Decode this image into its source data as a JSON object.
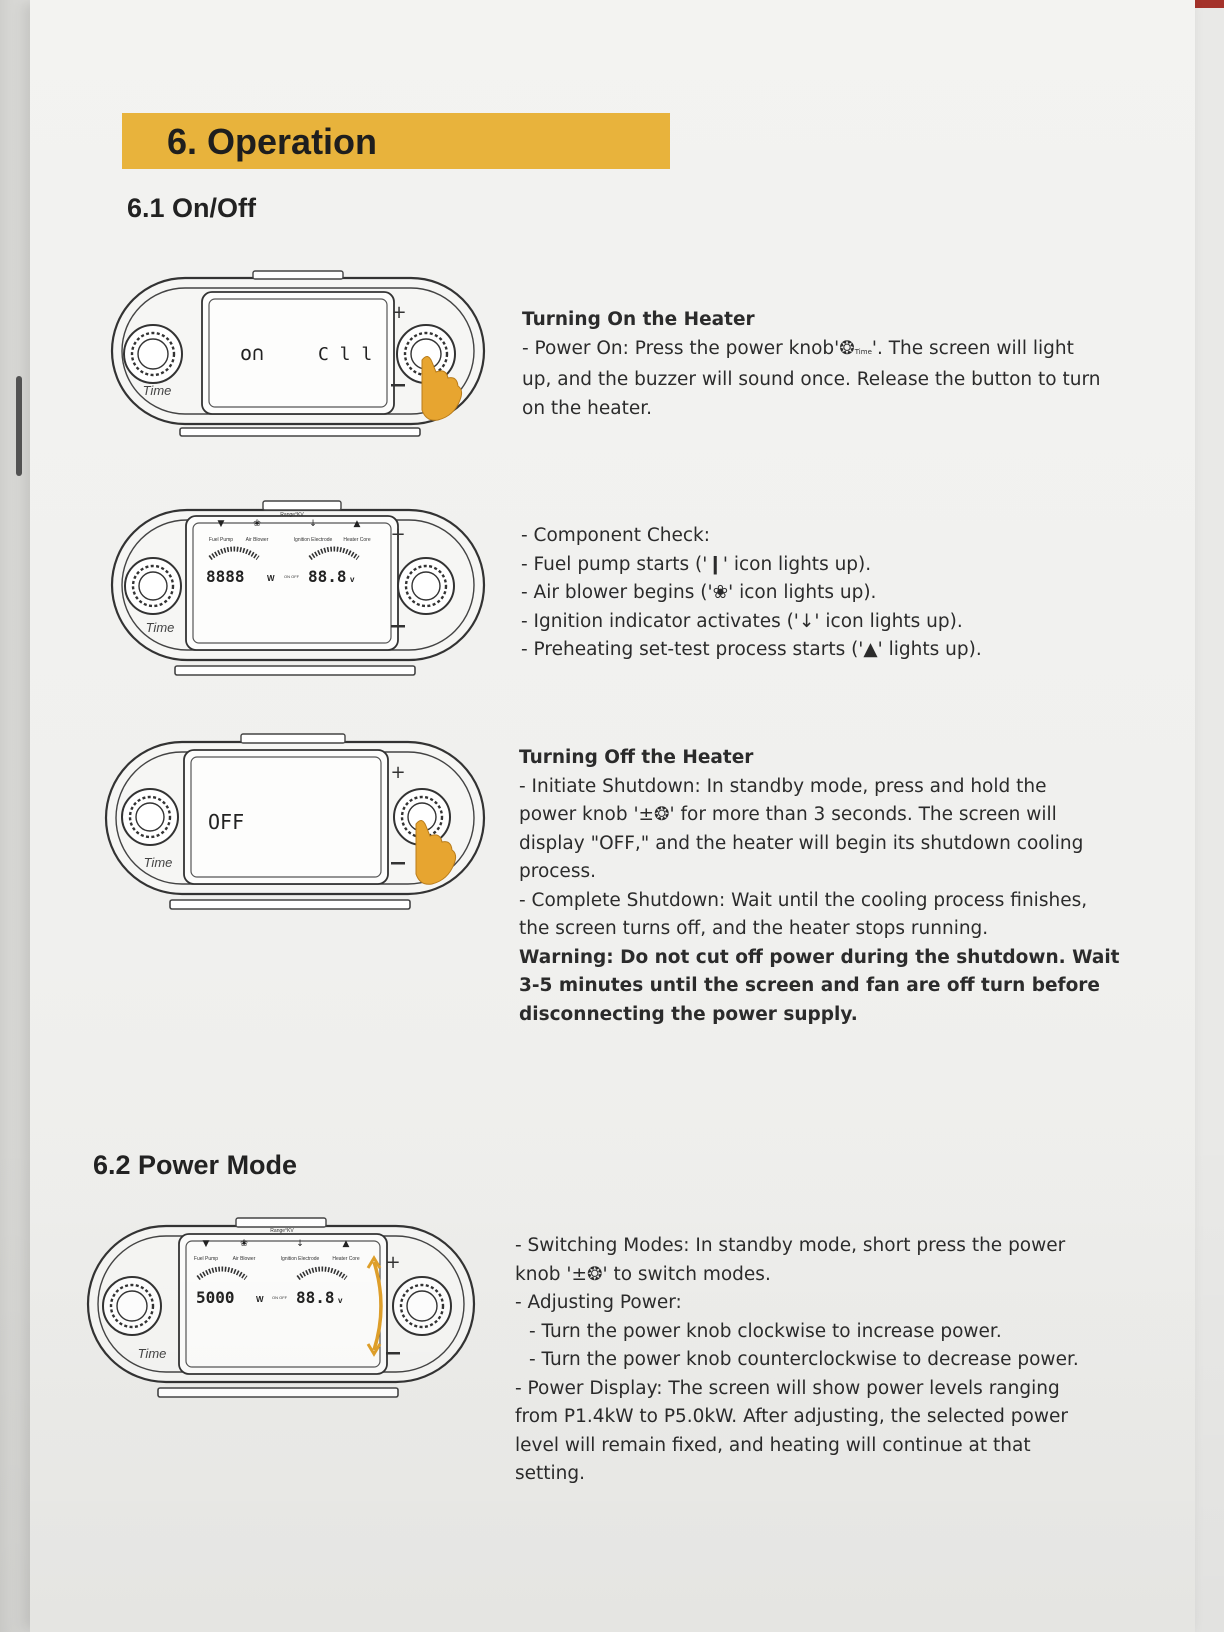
{
  "section": {
    "title": "6. Operation"
  },
  "sub1": {
    "title": "6.1 On/Off"
  },
  "sub2": {
    "title": "6.2 Power Mode"
  },
  "turning_on": {
    "heading": "Turning On the Heater",
    "lines": [
      "- Power On: Press the power knob'",
      "'. The screen will light",
      "up, and the buzzer will sound once. Release the button to turn",
      "on the heater."
    ]
  },
  "component_check": {
    "lines": [
      "- Component Check:",
      "- Fuel pump starts ('",
      "' icon lights up).",
      "- Air blower begins ('",
      "' icon lights up).",
      "- Ignition indicator activates ('",
      "' icon lights up).",
      "- Preheating set-test process starts ('",
      "' lights up)."
    ]
  },
  "turning_off": {
    "heading": "Turning Off the Heater",
    "lines": [
      "- Initiate Shutdown: In standby mode, press and hold the",
      "power knob '",
      "' for more than 3 seconds. The screen will",
      "display \"OFF,\" and the heater will begin its shutdown cooling",
      "process.",
      "- Complete Shutdown: Wait until the cooling process finishes,",
      "the screen turns off, and the heater stops running."
    ],
    "warning": [
      "Warning: Do not cut off power during the shutdown. Wait",
      "3-5 minutes until the screen and fan are off turn before",
      "disconnecting the power supply."
    ]
  },
  "power_mode": {
    "lines": [
      "- Switching Modes: In standby mode, short press the power",
      "knob '",
      "' to switch modes.",
      "- Adjusting Power:",
      "- Turn the power knob clockwise to increase power.",
      "- Turn the power knob counterclockwise to decrease power.",
      "- Power Display: The screen will show power levels ranging",
      "from P1.4kW to P5.0kW. After adjusting, the selected power",
      "level will remain fixed, and heating will continue at that",
      "setting."
    ]
  },
  "panels": {
    "time_label": "Time",
    "time_small": "Time",
    "plus": "+",
    "minus": "—",
    "p1": {
      "left": "o∩",
      "right": "C l l"
    },
    "p2": {
      "left": "8888",
      "unit_w": "W",
      "right": "88.8",
      "unit_v": "v",
      "onoff": "ON OFF",
      "top": "Range°KV",
      "fuel": "Fuel Pump",
      "air": "Air Blower",
      "ign": "Ignition Electrode",
      "core": "Heater Core"
    },
    "p3": {
      "display": "OFF"
    },
    "p4": {
      "left": "5000",
      "unit_w": "W",
      "right": "88.8",
      "unit_v": "v",
      "onoff": "ON OFF",
      "top": "Range°KV",
      "fuel": "Fuel Pump",
      "air": "Air Blower",
      "ign": "Ignition Electrode",
      "core": "Heater Core"
    }
  }
}
